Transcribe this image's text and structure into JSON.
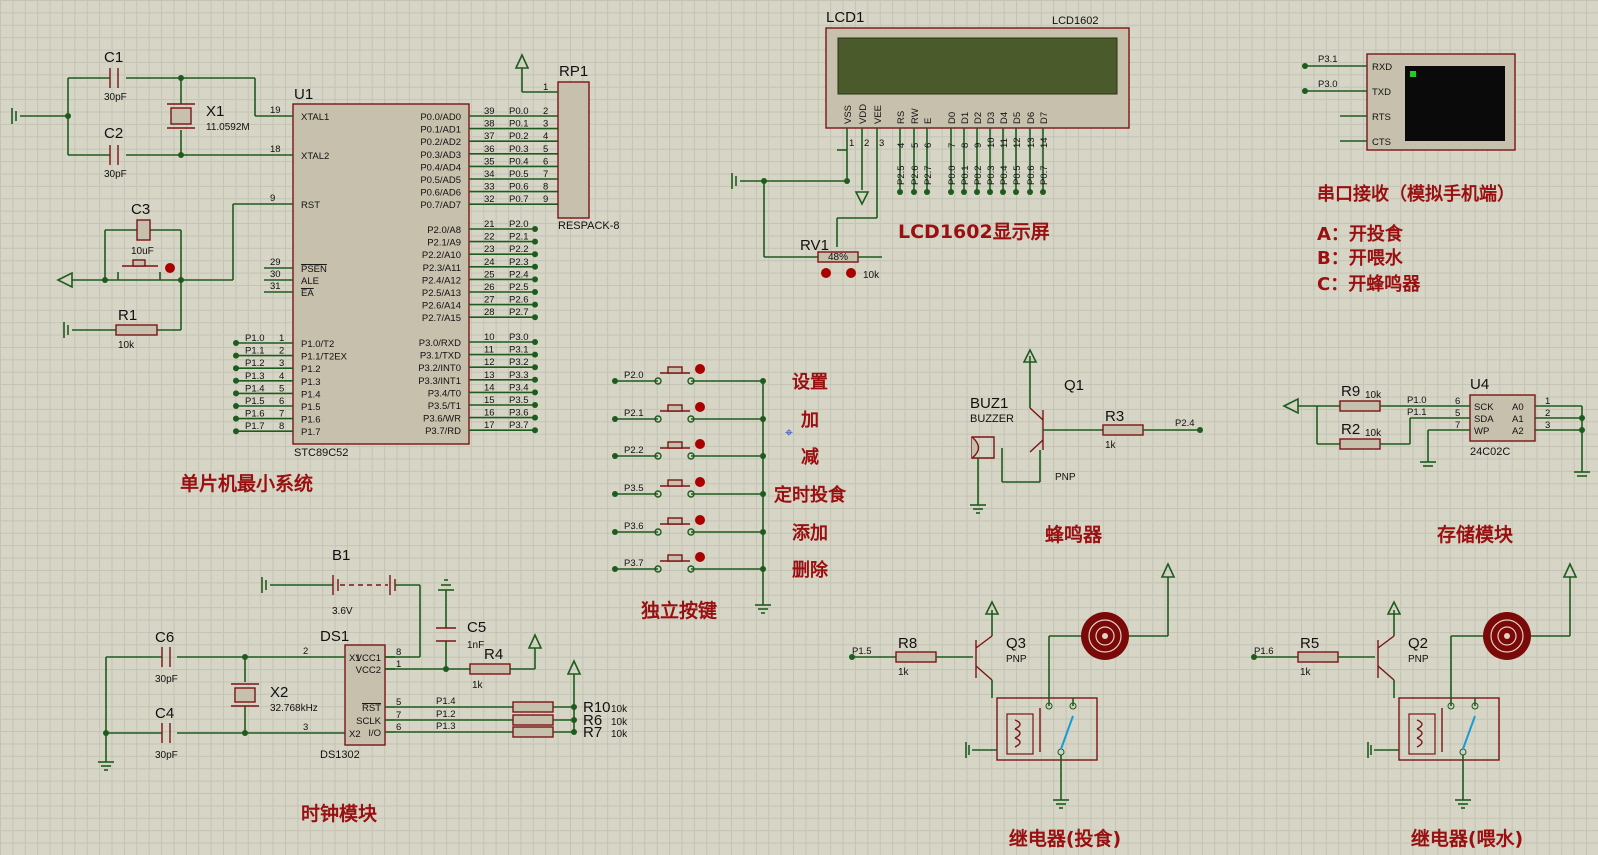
{
  "sections": {
    "mcu": "单片机最小系统",
    "lcd": "LCD1602显示屏",
    "serial": "串口接收（模拟手机端）",
    "keys": "独立按键",
    "buzzer": "蜂鸣器",
    "storage": "存储模块",
    "clock": "时钟模块",
    "relay_feed": "继电器(投食)",
    "relay_water": "继电器(喂水)"
  },
  "serial_cmds": [
    "A：开投食",
    "B：开喂水",
    "C：开蜂鸣器"
  ],
  "key_labels": [
    "设置",
    "加",
    "减",
    "定时投食",
    "添加",
    "删除"
  ],
  "key_nets": [
    "P2.0",
    "P2.1",
    "P2.2",
    "P3.5",
    "P3.6",
    "P3.7"
  ],
  "mcu": {
    "ref": "U1",
    "part": "STC89C52",
    "left_pins": [
      [
        "19",
        "XTAL1"
      ],
      [
        "18",
        "XTAL2"
      ],
      [
        "9",
        "RST"
      ],
      [
        "29",
        "PSEN"
      ],
      [
        "30",
        "ALE"
      ],
      [
        "31",
        "EA"
      ]
    ],
    "p1_pins": [
      [
        "1",
        "P1.0/T2"
      ],
      [
        "2",
        "P1.1/T2EX"
      ],
      [
        "3",
        "P1.2"
      ],
      [
        "4",
        "P1.3"
      ],
      [
        "5",
        "P1.4"
      ],
      [
        "6",
        "P1.5"
      ],
      [
        "7",
        "P1.6"
      ],
      [
        "8",
        "P1.7"
      ]
    ],
    "p1_nets": [
      "P1.0",
      "P1.1",
      "P1.2",
      "P1.3",
      "P1.4",
      "P1.5",
      "P1.6",
      "P1.7"
    ],
    "p0_pins": [
      [
        "39",
        "P0.0/AD0"
      ],
      [
        "38",
        "P0.1/AD1"
      ],
      [
        "37",
        "P0.2/AD2"
      ],
      [
        "36",
        "P0.3/AD3"
      ],
      [
        "35",
        "P0.4/AD4"
      ],
      [
        "34",
        "P0.5/AD5"
      ],
      [
        "33",
        "P0.6/AD6"
      ],
      [
        "32",
        "P0.7/AD7"
      ]
    ],
    "p0_nets": [
      "P0.0",
      "P0.1",
      "P0.2",
      "P0.3",
      "P0.4",
      "P0.5",
      "P0.6",
      "P0.7"
    ],
    "p2_pins": [
      [
        "21",
        "P2.0/A8"
      ],
      [
        "22",
        "P2.1/A9"
      ],
      [
        "23",
        "P2.2/A10"
      ],
      [
        "24",
        "P2.3/A11"
      ],
      [
        "25",
        "P2.4/A12"
      ],
      [
        "26",
        "P2.5/A13"
      ],
      [
        "27",
        "P2.6/A14"
      ],
      [
        "28",
        "P2.7/A15"
      ]
    ],
    "p2_nets": [
      "P2.0",
      "P2.1",
      "P2.2",
      "P2.3",
      "P2.4",
      "P2.5",
      "P2.6",
      "P2.7"
    ],
    "p3_pins": [
      [
        "10",
        "P3.0/RXD"
      ],
      [
        "11",
        "P3.1/TXD"
      ],
      [
        "12",
        "P3.2/INT0"
      ],
      [
        "13",
        "P3.3/INT1"
      ],
      [
        "14",
        "P3.4/T0"
      ],
      [
        "15",
        "P3.5/T1"
      ],
      [
        "16",
        "P3.6/WR"
      ],
      [
        "17",
        "P3.7/RD"
      ]
    ],
    "p3_nets": [
      "P3.0",
      "P3.1",
      "P3.2",
      "P3.3",
      "P3.4",
      "P3.5",
      "P3.6",
      "P3.7"
    ]
  },
  "parts": {
    "c1": [
      "C1",
      "30pF"
    ],
    "c2": [
      "C2",
      "30pF"
    ],
    "c3": [
      "C3",
      "10uF"
    ],
    "x1": [
      "X1",
      "11.0592M"
    ],
    "r1": [
      "R1",
      "10k"
    ],
    "rp1": [
      "RP1",
      "RESPACK-8"
    ],
    "lcd": [
      "LCD1",
      "LCD1602"
    ],
    "rv1": [
      "RV1",
      "10k",
      "48%"
    ],
    "buz": [
      "BUZ1",
      "BUZZER"
    ],
    "q1": [
      "Q1",
      "PNP"
    ],
    "r3": [
      "R3",
      "1k"
    ],
    "u4": [
      "U4",
      "24C02C"
    ],
    "r9": [
      "R9",
      "10k"
    ],
    "r2": [
      "R2",
      "10k"
    ],
    "b1": [
      "B1",
      "3.6V"
    ],
    "c6": [
      "C6",
      "30pF"
    ],
    "c4": [
      "C4",
      "30pF"
    ],
    "x2": [
      "X2",
      "32.768kHz"
    ],
    "c5": [
      "C5",
      "1nF"
    ],
    "r4": [
      "R4",
      "1k"
    ],
    "ds1": [
      "DS1",
      "DS1302"
    ],
    "r10": [
      "R10",
      "10k"
    ],
    "r6": [
      "R6",
      "10k"
    ],
    "r7": [
      "R7",
      "10k"
    ],
    "r8": [
      "R8",
      "1k"
    ],
    "q3": [
      "Q3",
      "PNP"
    ],
    "r5": [
      "R5",
      "1k"
    ],
    "q2": [
      "Q2",
      "PNP"
    ]
  },
  "lcd_pins": [
    "VSS",
    "VDD",
    "VEE",
    "RS",
    "RW",
    "E",
    "D0",
    "D1",
    "D2",
    "D3",
    "D4",
    "D5",
    "D6",
    "D7"
  ],
  "lcd_nets": [
    "P2.5",
    "P2.6",
    "P2.7",
    "P0.0",
    "P0.1",
    "P0.2",
    "P0.3",
    "P0.4",
    "P0.5",
    "P0.6",
    "P0.7"
  ],
  "lcd_net_pins": [
    "4",
    "5",
    "6",
    "7",
    "8",
    "9",
    "10",
    "11",
    "12",
    "13",
    "14"
  ],
  "terminal_pins": [
    "RXD",
    "TXD",
    "RTS",
    "CTS"
  ],
  "terminal_nets": [
    "P3.1",
    "P3.0"
  ],
  "eeprom_pins": [
    "SCK",
    "SDA",
    "WP",
    "A0",
    "A1",
    "A2"
  ],
  "eeprom_nets": [
    "P1.0",
    "P1.1"
  ],
  "rtc_pins": [
    "X1",
    "X2",
    "VCC1",
    "VCC2",
    "RST",
    "SCLK",
    "I/O"
  ],
  "rtc_nets": [
    "P1.4",
    "P1.2",
    "P1.3"
  ],
  "buzzer_net": "P2.4",
  "relay_nets": [
    "P1.5",
    "P1.6"
  ]
}
